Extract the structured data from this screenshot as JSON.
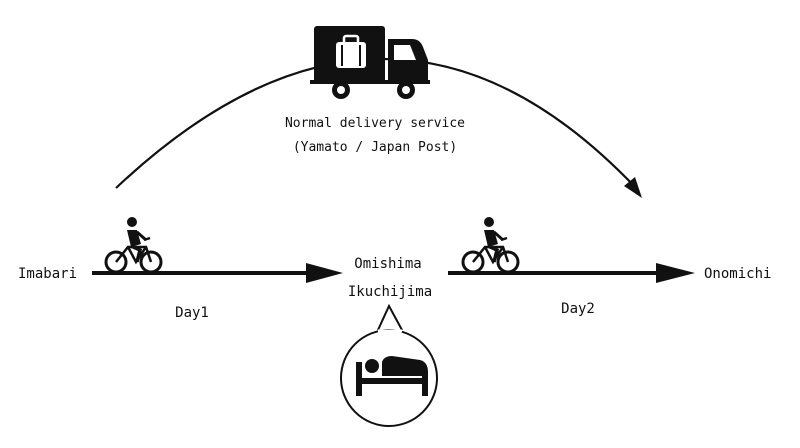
{
  "labels": {
    "origin": "Imabari",
    "midpoint_line1": "Omishima",
    "midpoint_line2": "Ikuchijima",
    "destination": "Onomichi",
    "day1": "Day1",
    "day2": "Day2",
    "delivery_line1": "Normal delivery service",
    "delivery_line2": "(Yamato / Japan Post)"
  },
  "icons": {
    "truck": "delivery-truck-icon",
    "luggage": "suitcase-icon",
    "cyclist": "cyclist-icon",
    "bed": "bed-icon"
  },
  "colors": {
    "ink": "#111111",
    "background": "#ffffff"
  }
}
